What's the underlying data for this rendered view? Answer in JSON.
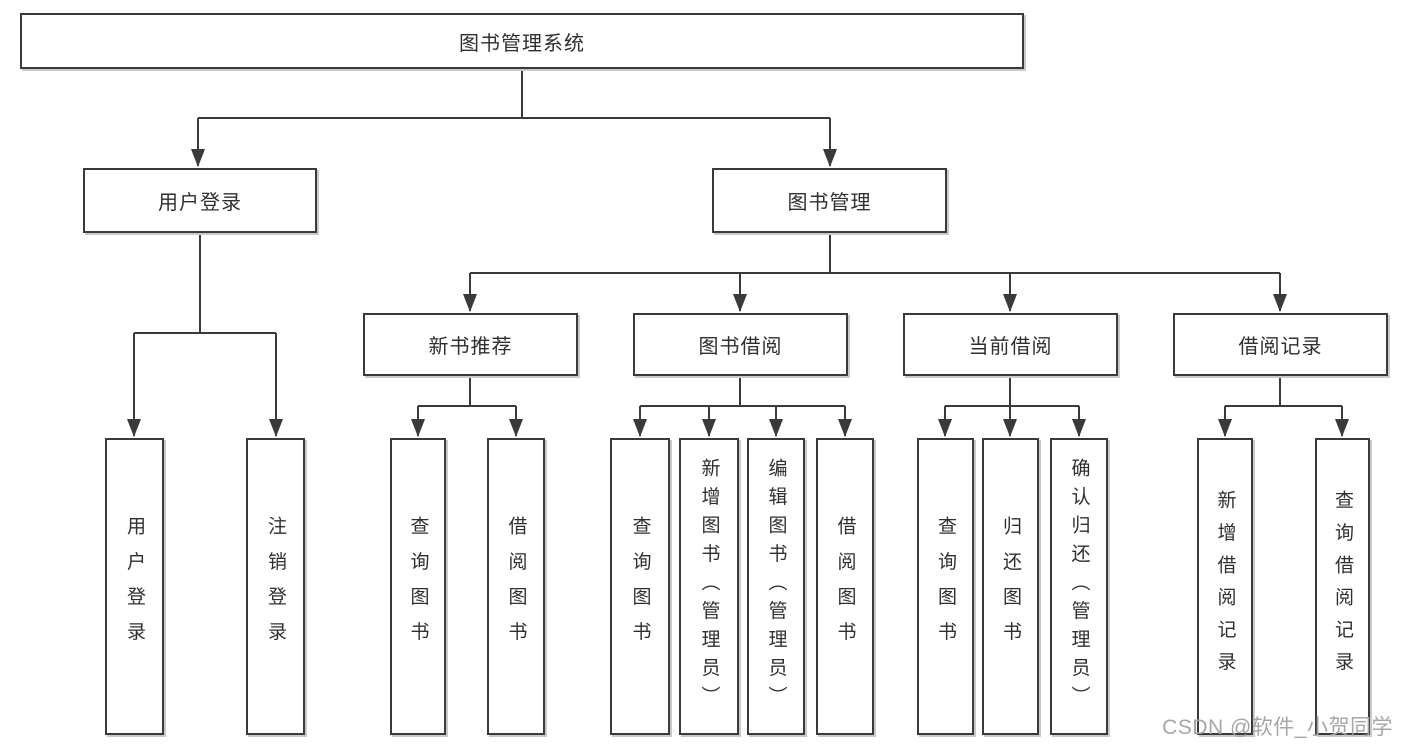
{
  "tree": {
    "root": {
      "label": "图书管理系统",
      "children": [
        {
          "label": "用户登录",
          "children": [
            {
              "label": "用户登录"
            },
            {
              "label": "注销登录"
            }
          ]
        },
        {
          "label": "图书管理",
          "children": [
            {
              "label": "新书推荐",
              "children": [
                {
                  "label": "查询图书"
                },
                {
                  "label": "借阅图书"
                }
              ]
            },
            {
              "label": "图书借阅",
              "children": [
                {
                  "label": "查询图书"
                },
                {
                  "label": "新增图书（管理员）"
                },
                {
                  "label": "编辑图书（管理员）"
                },
                {
                  "label": "借阅图书"
                }
              ]
            },
            {
              "label": "当前借阅",
              "children": [
                {
                  "label": "查询图书"
                },
                {
                  "label": "归还图书"
                },
                {
                  "label": "确认归还（管理员）"
                }
              ]
            },
            {
              "label": "借阅记录",
              "children": [
                {
                  "label": "新增借阅记录"
                },
                {
                  "label": "查询借阅记录"
                }
              ]
            }
          ]
        }
      ]
    }
  },
  "watermark": "CSDN @软件_小贺同学",
  "colors": {
    "line": "#3a3a3a",
    "box_border": "#3a3a3a",
    "box_fill": "#ffffff",
    "text": "#2f2f2f",
    "watermark": "#a6a6a6",
    "background": "#ffffff"
  }
}
